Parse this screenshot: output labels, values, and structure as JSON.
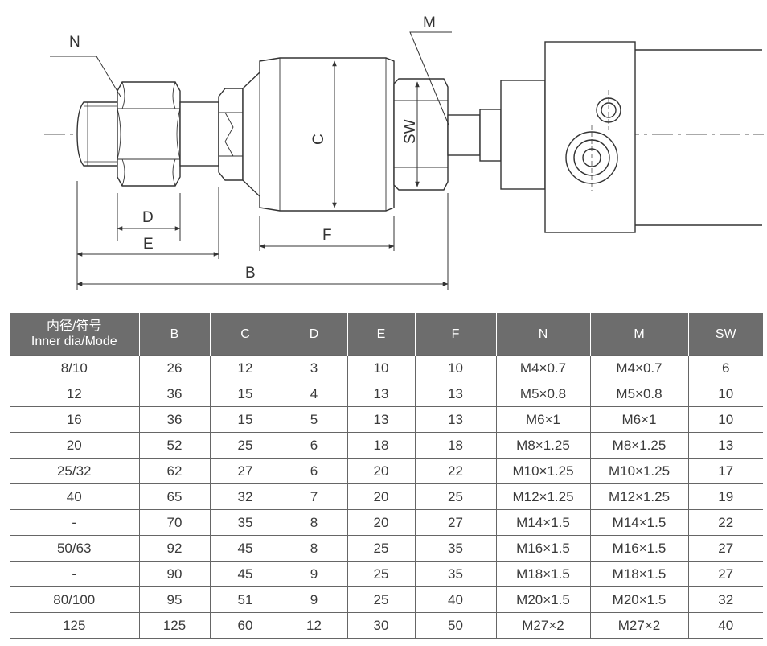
{
  "drawing": {
    "labels": {
      "N": "N",
      "M": "M",
      "C": "C",
      "SW": "SW",
      "D": "D",
      "E": "E",
      "F": "F",
      "B": "B"
    }
  },
  "table": {
    "header_cn": "内径/符号",
    "header_en": "Inner dia/Mode",
    "columns": [
      "B",
      "C",
      "D",
      "E",
      "F",
      "N",
      "M",
      "SW"
    ],
    "rows": [
      [
        "8/10",
        "26",
        "12",
        "3",
        "10",
        "10",
        "M4×0.7",
        "M4×0.7",
        "6"
      ],
      [
        "12",
        "36",
        "15",
        "4",
        "13",
        "13",
        "M5×0.8",
        "M5×0.8",
        "10"
      ],
      [
        "16",
        "36",
        "15",
        "5",
        "13",
        "13",
        "M6×1",
        "M6×1",
        "10"
      ],
      [
        "20",
        "52",
        "25",
        "6",
        "18",
        "18",
        "M8×1.25",
        "M8×1.25",
        "13"
      ],
      [
        "25/32",
        "62",
        "27",
        "6",
        "20",
        "22",
        "M10×1.25",
        "M10×1.25",
        "17"
      ],
      [
        "40",
        "65",
        "32",
        "7",
        "20",
        "25",
        "M12×1.25",
        "M12×1.25",
        "19"
      ],
      [
        "-",
        "70",
        "35",
        "8",
        "20",
        "27",
        "M14×1.5",
        "M14×1.5",
        "22"
      ],
      [
        "50/63",
        "92",
        "45",
        "8",
        "25",
        "35",
        "M16×1.5",
        "M16×1.5",
        "27"
      ],
      [
        "-",
        "90",
        "45",
        "9",
        "25",
        "35",
        "M18×1.5",
        "M18×1.5",
        "27"
      ],
      [
        "80/100",
        "95",
        "51",
        "9",
        "25",
        "40",
        "M20×1.5",
        "M20×1.5",
        "32"
      ],
      [
        "125",
        "125",
        "60",
        "12",
        "30",
        "50",
        "M27×2",
        "M27×2",
        "40"
      ]
    ]
  }
}
